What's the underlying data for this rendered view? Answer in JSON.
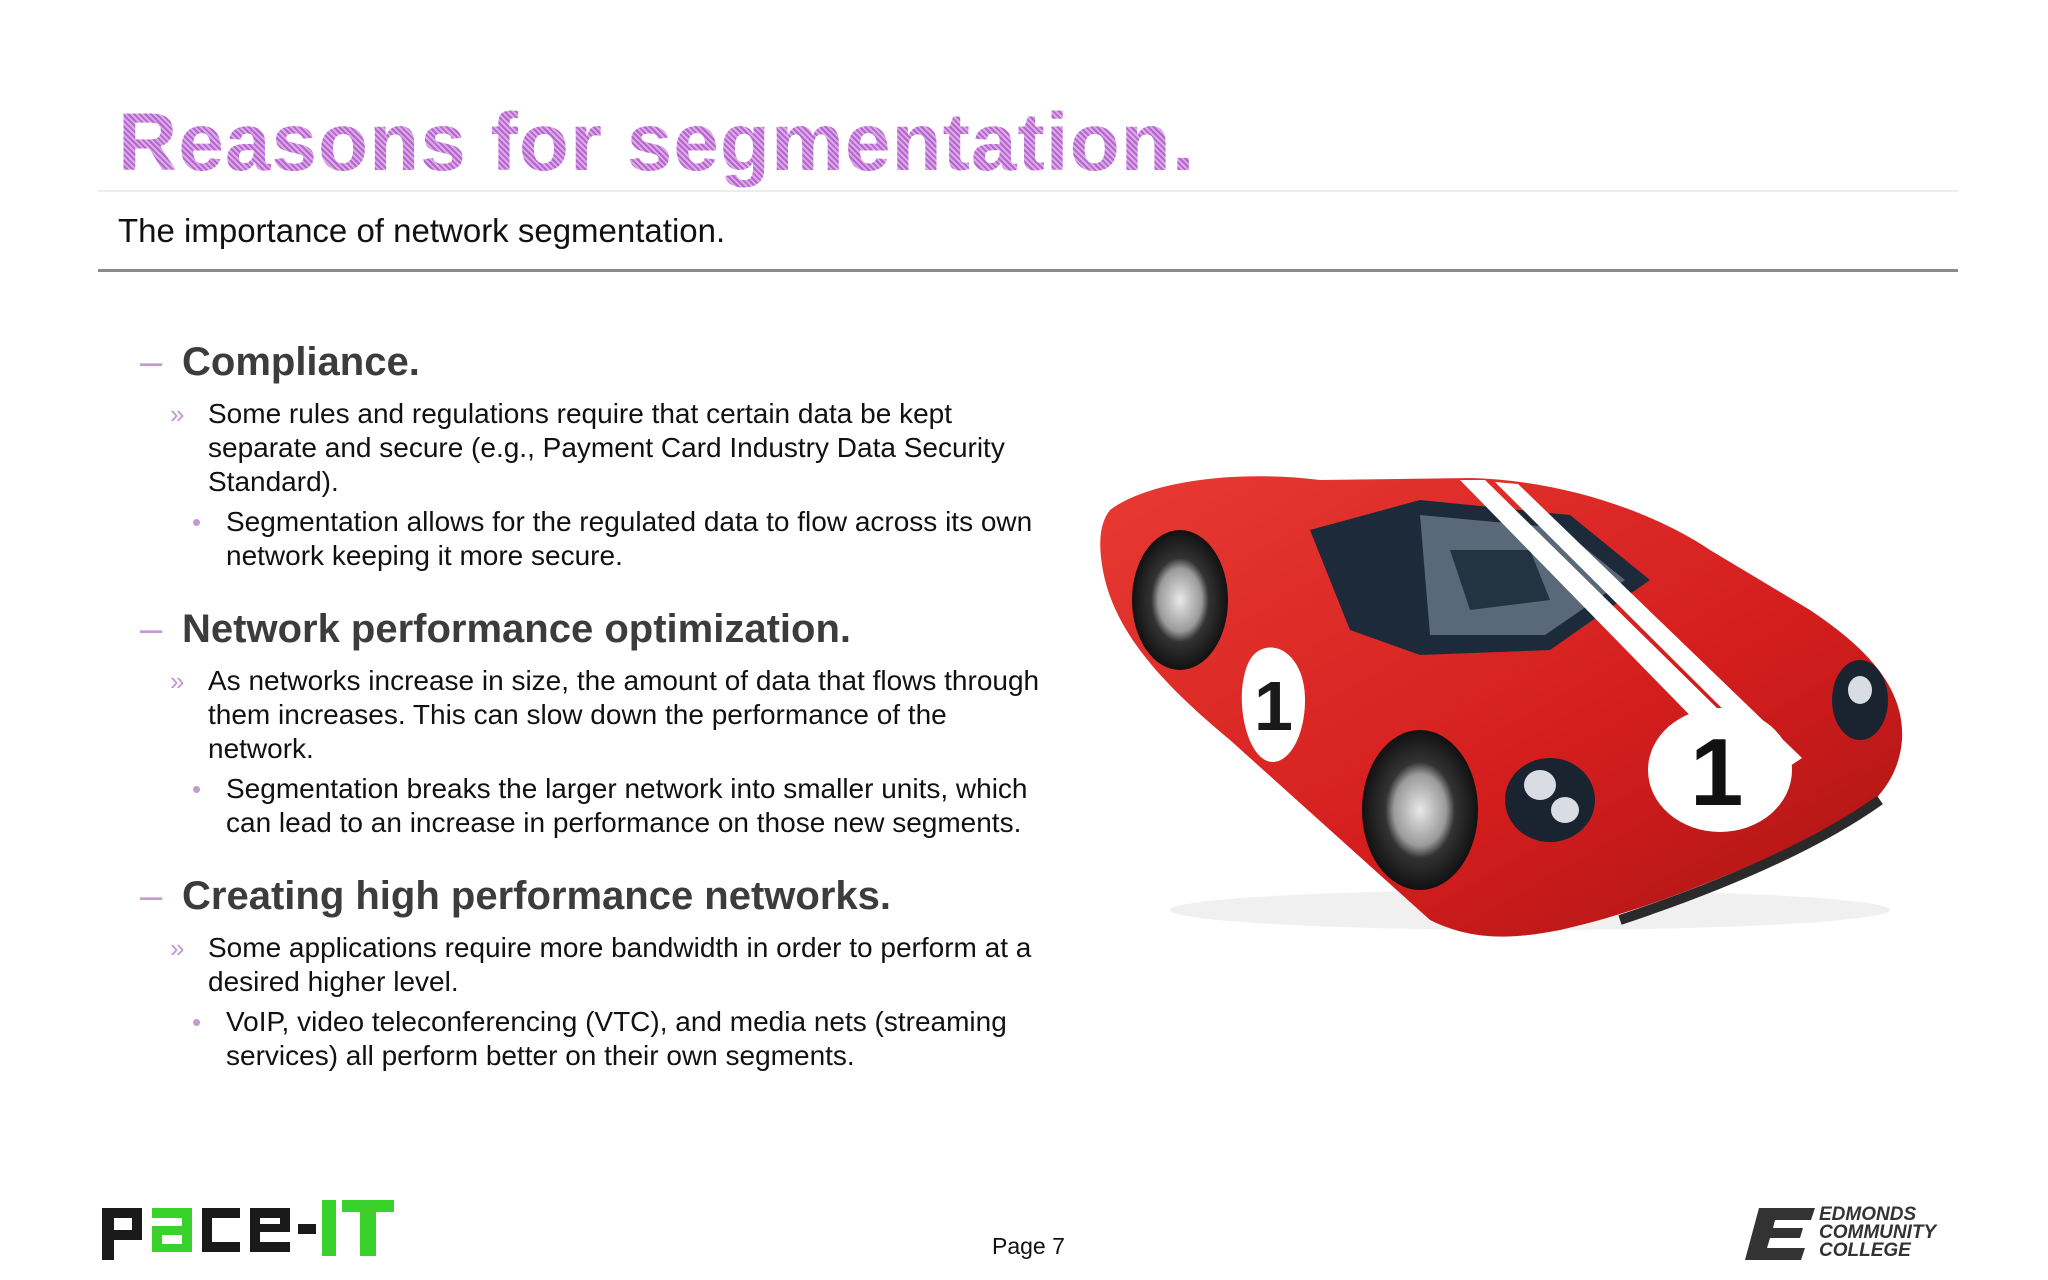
{
  "slide": {
    "title": "Reasons for segmentation.",
    "subtitle": "The importance of network segmentation.",
    "page_label": "Page 7"
  },
  "sections": [
    {
      "heading": "Compliance.",
      "bullet": "Some rules and regulations require that certain data be kept separate and secure (e.g., Payment Card Industry Data Security Standard).",
      "sub_bullet": "Segmentation allows for the regulated data to flow across its own network keeping it more secure."
    },
    {
      "heading": "Network performance optimization.",
      "bullet": "As networks increase in size, the amount of data that flows through them increases. This can slow down the performance of the network.",
      "sub_bullet": "Segmentation breaks the larger network into smaller units, which can lead to an increase in performance on those new segments."
    },
    {
      "heading": "Creating high performance networks.",
      "bullet": "Some applications require more bandwidth in order to perform at a desired higher level.",
      "sub_bullet": "VoIP, video teleconferencing (VTC), and media nets (streaming services) all perform better on their own segments."
    }
  ],
  "logos": {
    "left": "pace-IT",
    "right_line1": "EDMONDS",
    "right_line2": "COMMUNITY",
    "right_line3": "COLLEGE"
  },
  "images": {
    "hero": "red-race-car-number-1"
  },
  "colors": {
    "title": "#c47fd6",
    "bullet_marker": "#c59ad2",
    "car_red": "#d81e1e",
    "logo_green": "#39d12b"
  }
}
